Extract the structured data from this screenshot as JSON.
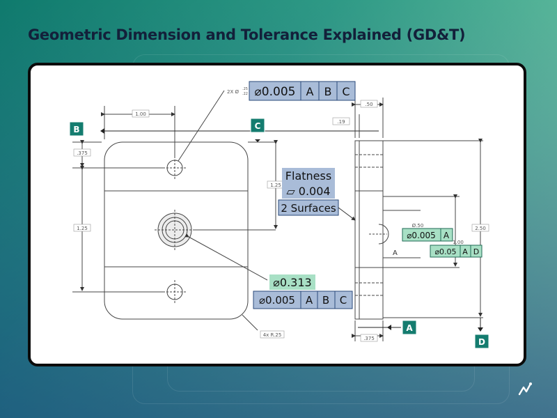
{
  "page": {
    "title": "Geometric Dimension and Tolerance Explained (GD&T)"
  },
  "datums": {
    "b": "B",
    "c": "C",
    "a": "A",
    "d": "D"
  },
  "dims": {
    "width_top": "1.00",
    "left_375": ".375",
    "left_125": "1.25",
    "mid_125": "1.25",
    "hole_callout_a": "2X Ø",
    "hole_callout_b": ".25",
    "hole_callout_c": ".22",
    "right_050": ".50",
    "right_019": ".19",
    "right_250": "2.50",
    "right_100": "1.00",
    "right_d50": "Ø.50",
    "bottom_375": ".375",
    "radius": "4x R.25"
  },
  "frames": {
    "top_fcf": {
      "sym": "⌀0.005",
      "a": "A",
      "b": "B",
      "c": "C"
    },
    "flatness_label": "Flatness",
    "flatness_value": "⏥ 0.004",
    "flatness_surfaces": "2 Surfaces",
    "dia_313": "⌀0.313",
    "bottom_fcf": {
      "sym": "⌀0.005",
      "a": "A",
      "b": "B",
      "c": "C"
    },
    "side_fcf1": {
      "sym": "⌀0.005",
      "a": "A"
    },
    "side_fcf2": {
      "sym": "⌀0.05",
      "a": "A",
      "d": "D"
    }
  },
  "side_view_label": "A",
  "colors": {
    "datum_tag_bg": "#147c6f",
    "frame_blue": "#a9bcd8",
    "frame_green": "#a8e0c5",
    "frame_border": "#2a4a7a"
  },
  "brand_icon": "marketing-logo-icon"
}
